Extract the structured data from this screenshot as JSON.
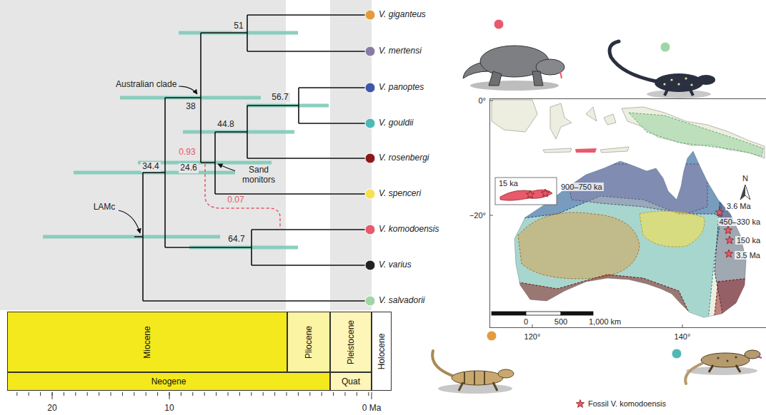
{
  "diagram": {
    "nodes": [
      {
        "text": [
          "Miocene"
        ]
      },
      {
        "text": [
          "Pliocene"
        ]
      },
      {
        "text": [
          "Pleistocene"
        ]
      },
      {
        "text": [
          "Holocene"
        ]
      },
      {
        "text": [
          "Neogene"
        ]
      },
      {
        "text": [
          "Quat"
        ]
      }
    ],
    "labels": [
      "V. giganteus",
      "V. mertensi",
      "V. panoptes",
      "V. gouldii",
      "V. rosenbergi",
      "V. spenceri",
      "V. komodoensis",
      "V. varius",
      "V. salvadorii",
      "51",
      "56.7",
      "44.8",
      "Australian clade",
      "38",
      "0.93",
      "34.4",
      "24.6",
      "Sand monitors",
      "0.07",
      "LAMc",
      "64.7",
      "20",
      "10",
      "0 Ma",
      "0°",
      "−20°",
      "15 ka",
      "900–750 ka",
      "N",
      "3.6 Ma",
      "450–330 ka",
      "150 ka",
      "3.5 Ma",
      "0",
      "500",
      "1,000 km",
      "120°",
      "140°"
    ],
    "legend": [
      {
        "text": "Fossil V. komodoensis"
      }
    ]
  }
}
